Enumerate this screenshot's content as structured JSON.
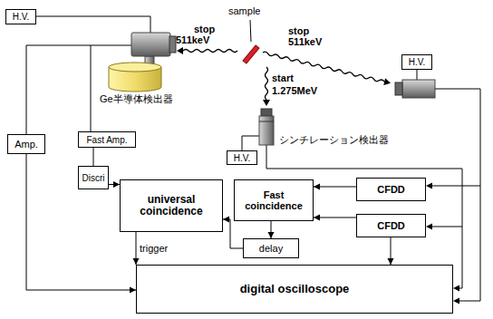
{
  "diagram": {
    "nodes": [
      {
        "text": [
          "H.V."
        ]
      },
      {
        "text": [
          "H.V."
        ]
      },
      {
        "text": [
          "H.V."
        ]
      },
      {
        "text": [
          "Amp."
        ]
      },
      {
        "text": [
          "Fast Amp."
        ]
      },
      {
        "text": [
          "Discri"
        ]
      },
      {
        "text": [
          "universal coincidence"
        ]
      },
      {
        "text": [
          "Fast coincidence"
        ]
      },
      {
        "text": [
          "delay"
        ]
      },
      {
        "text": [
          "CFDD"
        ]
      },
      {
        "text": [
          "CFDD"
        ]
      },
      {
        "text": [
          "digital oscilloscope"
        ]
      }
    ],
    "edges": [
      {
        "from": 4,
        "to": 5,
        "arrow": "none"
      },
      {
        "from": 5,
        "to": 6,
        "arrow": "to"
      },
      {
        "from": 3,
        "to": 11,
        "arrow": "to"
      },
      {
        "from": 6,
        "to": 11,
        "arrow": "to",
        "label": "trigger"
      },
      {
        "from": 9,
        "to": 7,
        "arrow": "to"
      },
      {
        "from": 10,
        "to": 7,
        "arrow": "to"
      },
      {
        "from": 7,
        "to": 8,
        "arrow": "to"
      },
      {
        "from": 8,
        "to": 6,
        "arrow": "to"
      },
      {
        "from": 10,
        "to": 11,
        "arrow": "to"
      }
    ],
    "labels": [
      "sample",
      "stop",
      "511keV",
      "stop",
      "511keV",
      "start",
      "1.275MeV",
      "Ge半導体検出器",
      "シンチレーション検出器"
    ]
  }
}
